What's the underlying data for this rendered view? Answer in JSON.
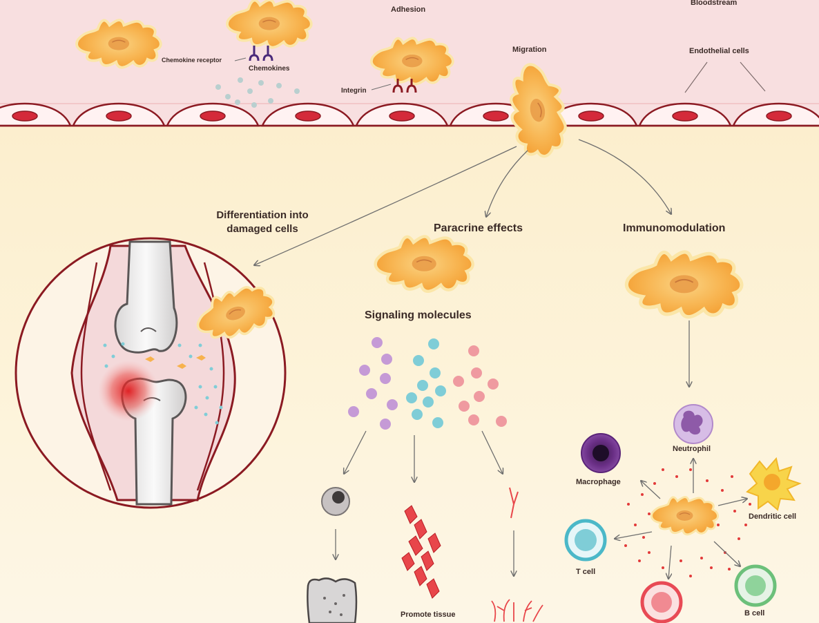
{
  "labels": {
    "bloodstream": "Bloodstream",
    "adhesion": "Adhesion",
    "migration": "Migration",
    "endothelial_cells": "Endothelial cells",
    "chemokine_receptor": "Chemokine receptor",
    "chemokines": "Chemokines",
    "integrin": "Integrin",
    "differentiation": "Differentiation into damaged cells",
    "paracrine": "Paracrine effects",
    "immunomodulation": "Immunomodulation",
    "signaling": "Signaling molecules",
    "neutrophil": "Neutrophil",
    "macrophage": "Macrophage",
    "dendritic": "Dendritic cell",
    "tcell": "T cell",
    "bcell": "B cell",
    "promote_tissue": "Promote tissue"
  },
  "colors": {
    "vessel": "#f6dede",
    "endothelium_line": "#8b1a22",
    "nucleus": "#d42a3a",
    "msc": "#f7b24d",
    "purple_dot": "#c59ad6",
    "cyan_dot": "#7fcdd7",
    "pink_dot": "#ef9aa0"
  }
}
